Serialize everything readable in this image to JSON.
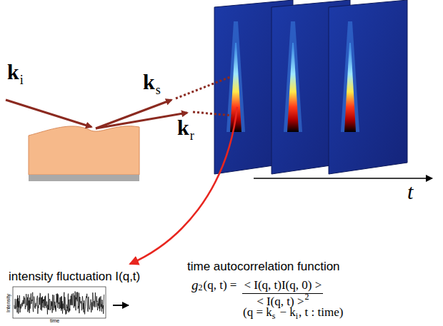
{
  "diagram": {
    "labels": [
      "k",
      "i",
      "k",
      "s",
      "k",
      "r",
      "t",
      "intensity fluctuation I(q,t)",
      "time autocorrelation function",
      "g",
      "2",
      "(q, t) =",
      "< I(q, t)I(q, 0) >",
      "< I(q, t) >",
      "2",
      "(q = k",
      "s",
      "− k",
      "i",
      ", t : time)",
      "Intensity",
      "time"
    ]
  }
}
